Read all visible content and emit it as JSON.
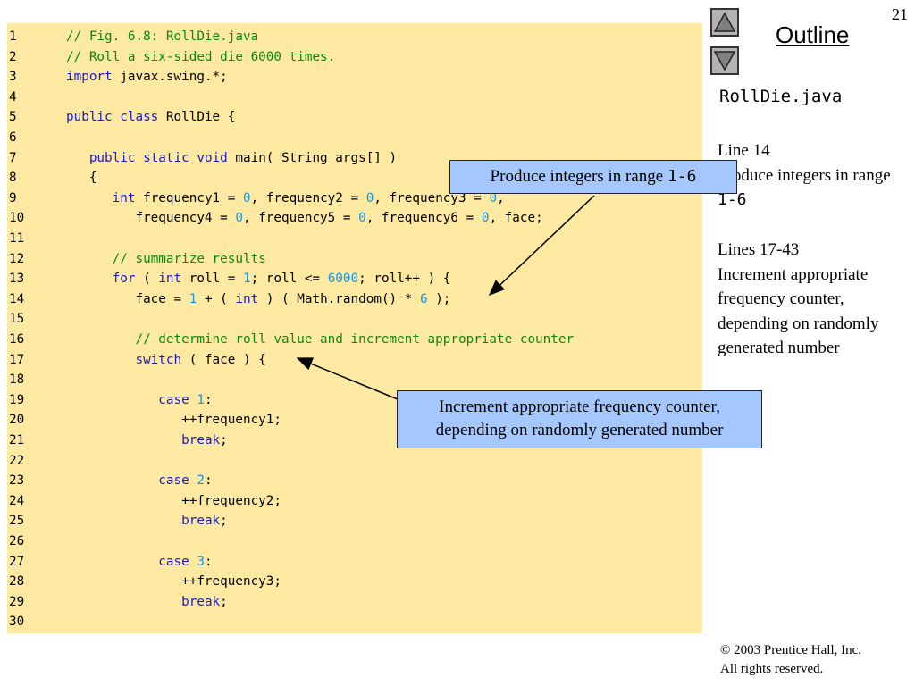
{
  "slide": {
    "page_number": "21",
    "outline_label": "Outline",
    "file_name": "RollDie.java",
    "note1": {
      "title": "Line 14",
      "text": "Produce integers in range ",
      "code": "1-6"
    },
    "note2": {
      "title": "Lines 17-43",
      "text": "Increment appropriate frequency counter, depending on randomly generated number"
    },
    "callout1": {
      "text": "Produce integers in range ",
      "code": "1-6"
    },
    "callout2": {
      "line1": "Increment appropriate frequency counter,",
      "line2": "depending on randomly generated number"
    },
    "footer": {
      "copyright_symbol": "©",
      "line1": " 2003 Prentice Hall, Inc.",
      "line2": "All rights reserved."
    },
    "nav": {
      "up_icon": "triangle-up-icon",
      "down_icon": "triangle-down-icon"
    }
  },
  "code_lines": [
    [
      {
        "t": "// Fig. 6.8: RollDie.java",
        "c": "cm"
      }
    ],
    [
      {
        "t": "// Roll a six-sided die 6000 times.",
        "c": "cm"
      }
    ],
    [
      {
        "t": "import",
        "c": "kw"
      },
      {
        "t": " javax.swing.*;"
      }
    ],
    [],
    [
      {
        "t": "public class",
        "c": "kw"
      },
      {
        "t": " RollDie {"
      }
    ],
    [],
    [
      {
        "t": "   "
      },
      {
        "t": "public static void",
        "c": "kw"
      },
      {
        "t": " main( String args[] )"
      }
    ],
    [
      {
        "t": "   {"
      }
    ],
    [
      {
        "t": "      "
      },
      {
        "t": "int",
        "c": "kw"
      },
      {
        "t": " frequency1 = "
      },
      {
        "t": "0",
        "c": "num"
      },
      {
        "t": ", frequency2 = "
      },
      {
        "t": "0",
        "c": "num"
      },
      {
        "t": ", frequency3 = "
      },
      {
        "t": "0",
        "c": "num"
      },
      {
        "t": ","
      }
    ],
    [
      {
        "t": "         frequency4 = "
      },
      {
        "t": "0",
        "c": "num"
      },
      {
        "t": ", frequency5 = "
      },
      {
        "t": "0",
        "c": "num"
      },
      {
        "t": ", frequency6 = "
      },
      {
        "t": "0",
        "c": "num"
      },
      {
        "t": ", face;"
      }
    ],
    [],
    [
      {
        "t": "      "
      },
      {
        "t": "// summarize results",
        "c": "cm"
      }
    ],
    [
      {
        "t": "      "
      },
      {
        "t": "for",
        "c": "kw"
      },
      {
        "t": " ( "
      },
      {
        "t": "int",
        "c": "kw"
      },
      {
        "t": " roll = "
      },
      {
        "t": "1",
        "c": "num"
      },
      {
        "t": "; roll <= "
      },
      {
        "t": "6000",
        "c": "num"
      },
      {
        "t": "; roll++ ) {"
      }
    ],
    [
      {
        "t": "         face = "
      },
      {
        "t": "1",
        "c": "num"
      },
      {
        "t": " + ( "
      },
      {
        "t": "int",
        "c": "kw"
      },
      {
        "t": " ) ( Math.random() * "
      },
      {
        "t": "6",
        "c": "num"
      },
      {
        "t": " );"
      }
    ],
    [],
    [
      {
        "t": "         "
      },
      {
        "t": "// determine roll value and increment appropriate counter",
        "c": "cm"
      }
    ],
    [
      {
        "t": "         "
      },
      {
        "t": "switch",
        "c": "kw"
      },
      {
        "t": " ( face ) {"
      }
    ],
    [],
    [
      {
        "t": "            "
      },
      {
        "t": "case",
        "c": "kw"
      },
      {
        "t": " "
      },
      {
        "t": "1",
        "c": "num"
      },
      {
        "t": ":"
      }
    ],
    [
      {
        "t": "               ++frequency1;"
      }
    ],
    [
      {
        "t": "               "
      },
      {
        "t": "break",
        "c": "kw"
      },
      {
        "t": ";"
      }
    ],
    [],
    [
      {
        "t": "            "
      },
      {
        "t": "case",
        "c": "kw"
      },
      {
        "t": " "
      },
      {
        "t": "2",
        "c": "num"
      },
      {
        "t": ":"
      }
    ],
    [
      {
        "t": "               ++frequency2;"
      }
    ],
    [
      {
        "t": "               "
      },
      {
        "t": "break",
        "c": "kw"
      },
      {
        "t": ";"
      }
    ],
    [],
    [
      {
        "t": "            "
      },
      {
        "t": "case",
        "c": "kw"
      },
      {
        "t": " "
      },
      {
        "t": "3",
        "c": "num"
      },
      {
        "t": ":"
      }
    ],
    [
      {
        "t": "               ++frequency3;"
      }
    ],
    [
      {
        "t": "               "
      },
      {
        "t": "break",
        "c": "kw"
      },
      {
        "t": ";"
      }
    ],
    []
  ]
}
